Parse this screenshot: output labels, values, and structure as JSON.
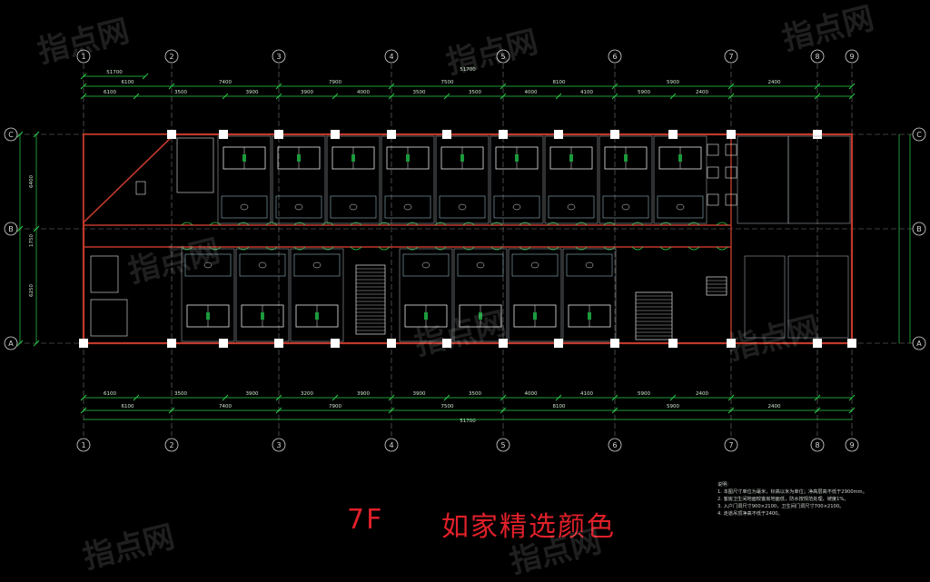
{
  "caption": {
    "floor": "7F",
    "scheme": "如家精选颜色"
  },
  "watermark": "指点网",
  "grid_axes": [
    "1",
    "2",
    "3",
    "4",
    "5",
    "6",
    "7",
    "8",
    "9"
  ],
  "grid_rows": [
    "C",
    "B",
    "A"
  ],
  "dims_top_outer": [
    "6100",
    "7400",
    "7900",
    "7500",
    "8100",
    "5900",
    "2400"
  ],
  "dims_top_inner": [
    "6100",
    "3500",
    "3900",
    "3900",
    "4000",
    "3500",
    "3500",
    "4000",
    "4100",
    "5900",
    "2400"
  ],
  "dims_bottom_inner": [
    "6100",
    "3500",
    "3900",
    "3200",
    "3900",
    "3900",
    "3500",
    "4000",
    "4100",
    "5900",
    "2400"
  ],
  "dims_bottom_outer": [
    "6100",
    "7400",
    "7900",
    "7500",
    "8100",
    "5900",
    "2400"
  ],
  "dims_left": [
    "6400",
    "1750",
    "6250"
  ],
  "total_length": "51700",
  "notes": {
    "title": "说明：",
    "lines": [
      "1. 本图尺寸单位为毫米，标高以米为单位；净高层高不低于2900mm。",
      "2. 客房卫生间地面较客房地面低，防水按规范处理，坡度1%。",
      "3. 入户门洞尺寸900×2100，卫生间门洞尺寸700×2100。",
      "4. 走道吊顶净高不低于2400。"
    ]
  },
  "colors": {
    "axis": "#d8d8d8",
    "dim": "#2bd24b",
    "wall": "#c0392b",
    "furniture": "#e6e6e6",
    "caption": "#e0202a"
  }
}
